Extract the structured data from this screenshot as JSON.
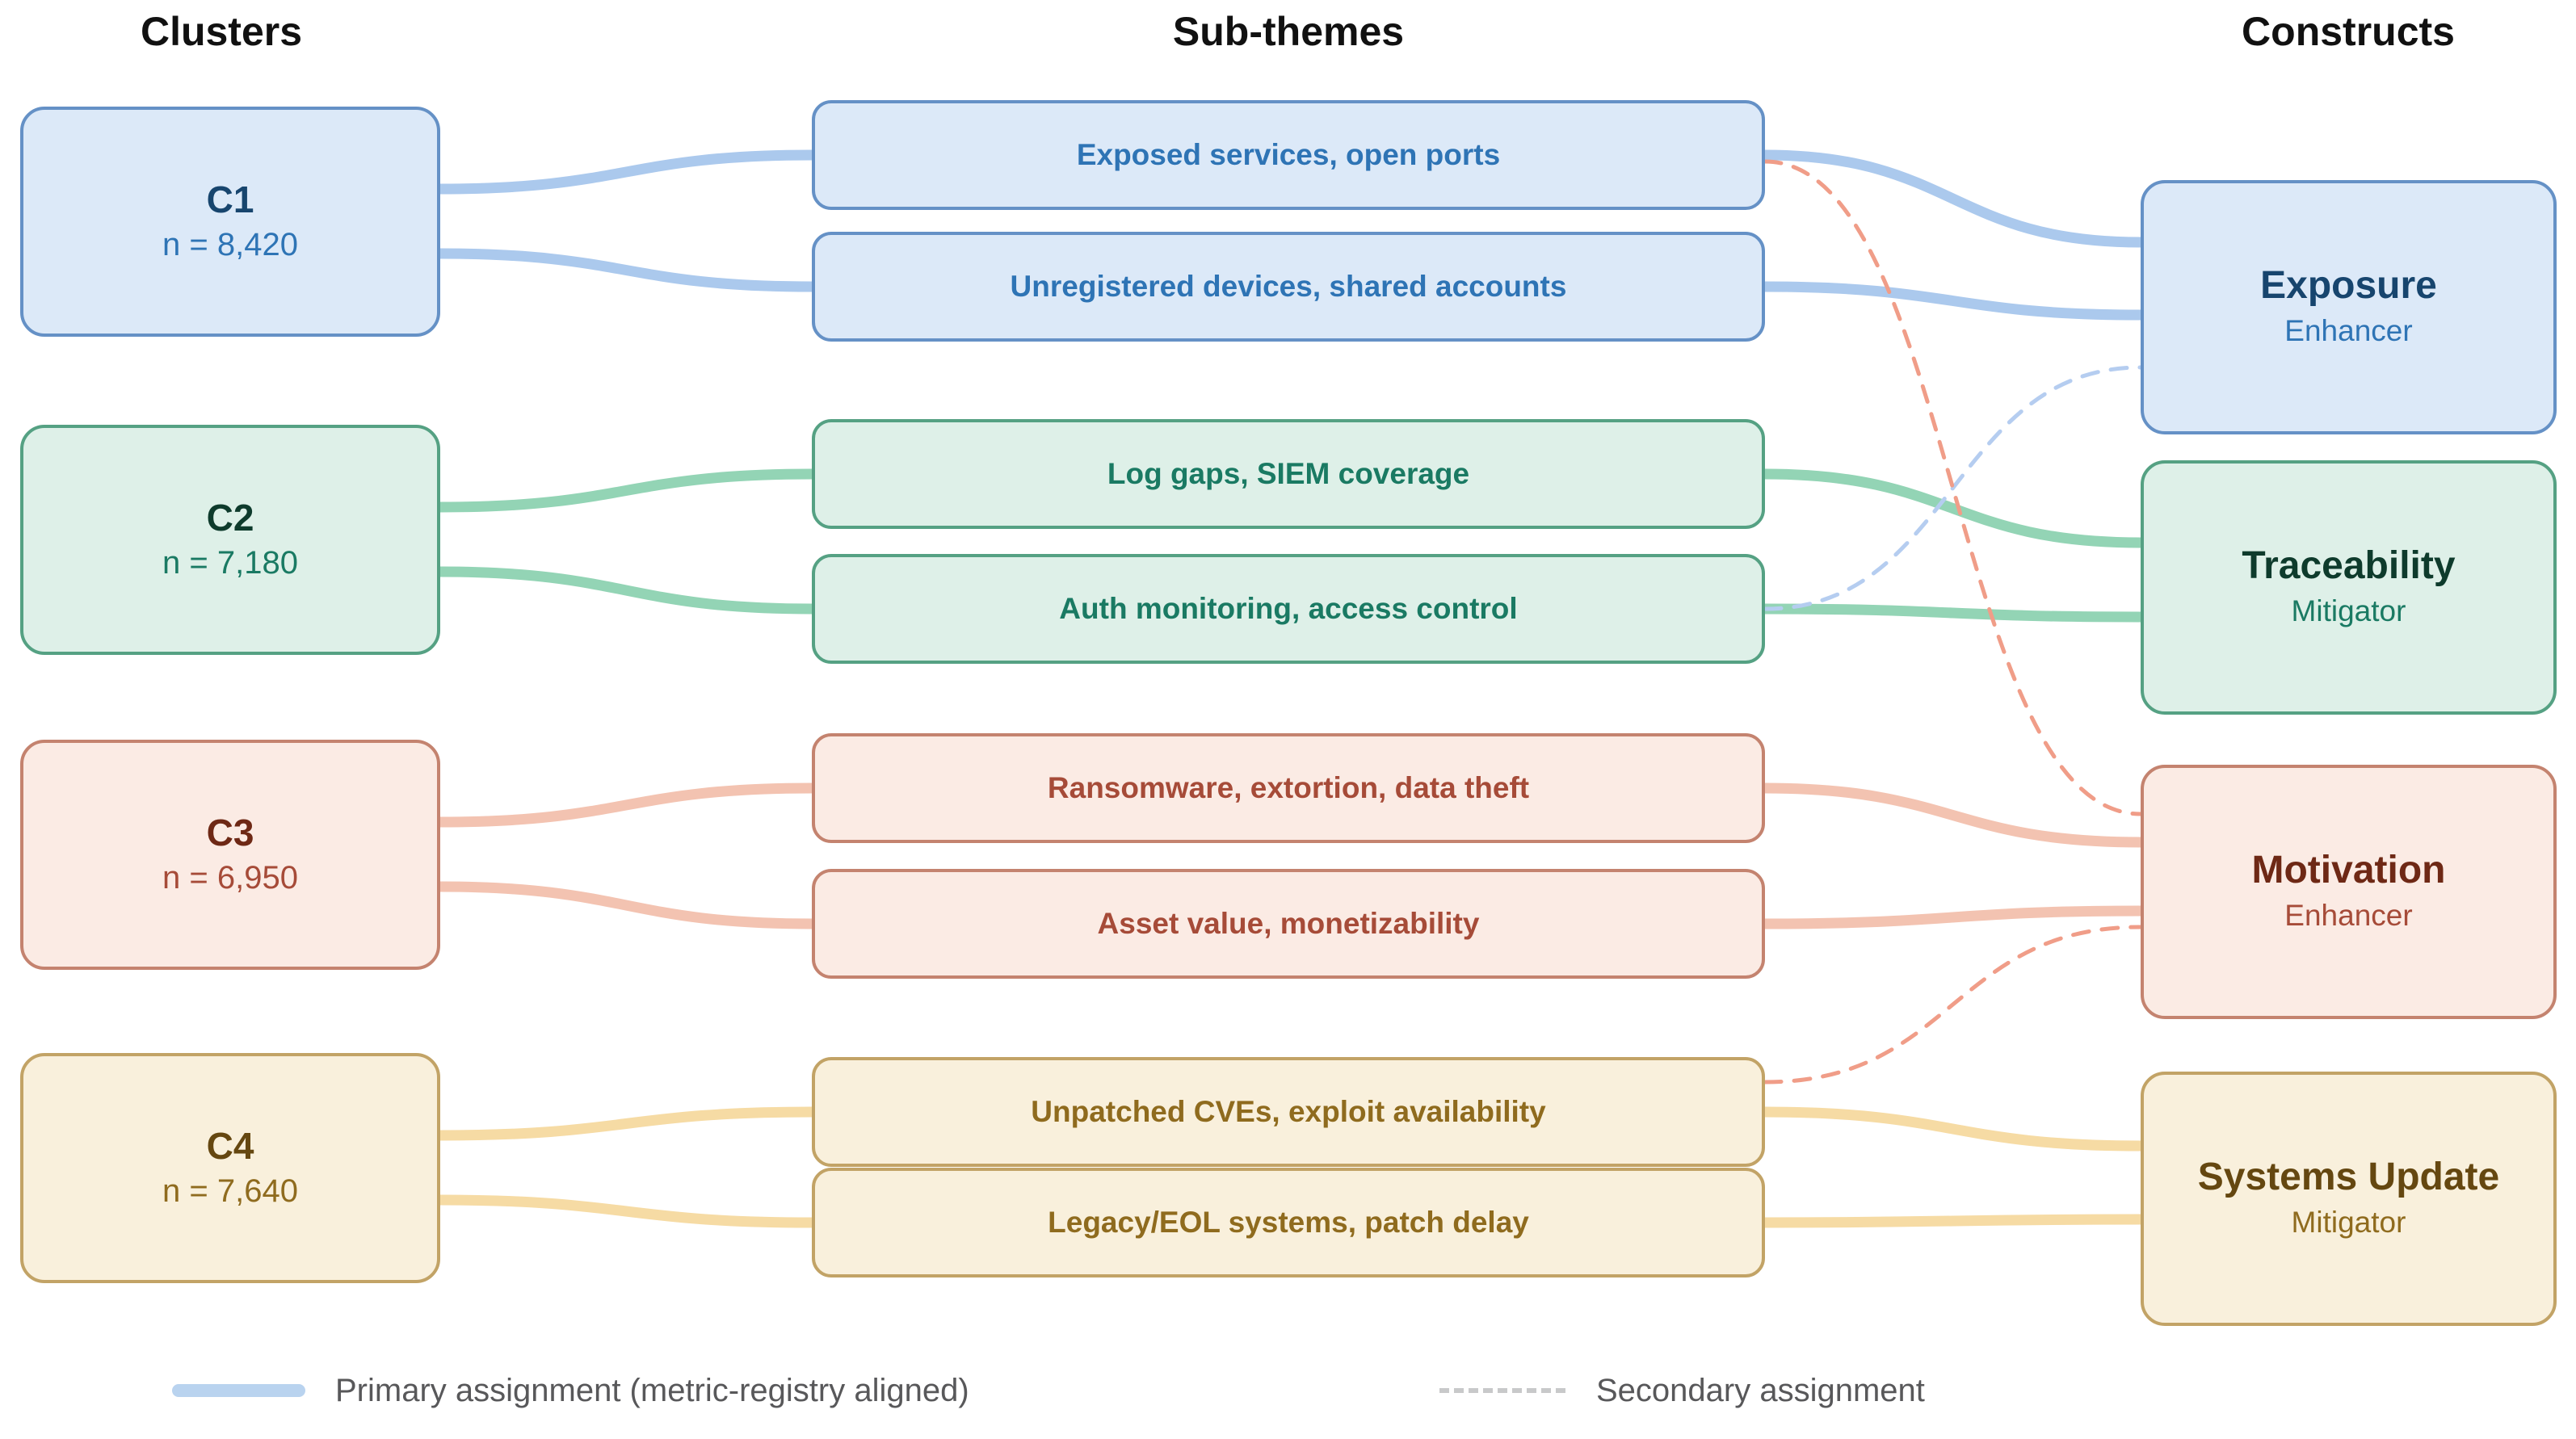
{
  "headers": {
    "clusters": "Clusters",
    "subthemes": "Sub-themes",
    "constructs": "Constructs"
  },
  "clusters": [
    {
      "id": "c1",
      "label": "C1",
      "n": "n = 8,420",
      "theme": "blue"
    },
    {
      "id": "c2",
      "label": "C2",
      "n": "n = 7,180",
      "theme": "green"
    },
    {
      "id": "c3",
      "label": "C3",
      "n": "n = 6,950",
      "theme": "salmon"
    },
    {
      "id": "c4",
      "label": "C4",
      "n": "n = 7,640",
      "theme": "tan"
    }
  ],
  "subthemes": [
    {
      "id": "st1",
      "label": "Exposed services, open ports",
      "theme": "blue"
    },
    {
      "id": "st2",
      "label": "Unregistered devices, shared accounts",
      "theme": "blue"
    },
    {
      "id": "st3",
      "label": "Log gaps, SIEM coverage",
      "theme": "green"
    },
    {
      "id": "st4",
      "label": "Auth monitoring, access control",
      "theme": "green"
    },
    {
      "id": "st5",
      "label": "Ransomware, extortion, data theft",
      "theme": "salmon"
    },
    {
      "id": "st6",
      "label": "Asset value, monetizability",
      "theme": "salmon"
    },
    {
      "id": "st7",
      "label": "Unpatched CVEs, exploit availability",
      "theme": "tan"
    },
    {
      "id": "st8",
      "label": "Legacy/EOL systems, patch delay",
      "theme": "tan"
    }
  ],
  "constructs": [
    {
      "id": "k1",
      "title": "Exposure",
      "subtitle": "Enhancer",
      "theme": "blue"
    },
    {
      "id": "k2",
      "title": "Traceability",
      "subtitle": "Mitigator",
      "theme": "green"
    },
    {
      "id": "k3",
      "title": "Motivation",
      "subtitle": "Enhancer",
      "theme": "salmon"
    },
    {
      "id": "k4",
      "title": "Systems Update",
      "subtitle": "Mitigator",
      "theme": "tan"
    }
  ],
  "links": {
    "primary": [
      {
        "from": "c1",
        "to": "st1"
      },
      {
        "from": "c1",
        "to": "st2"
      },
      {
        "from": "c2",
        "to": "st3"
      },
      {
        "from": "c2",
        "to": "st4"
      },
      {
        "from": "c3",
        "to": "st5"
      },
      {
        "from": "c3",
        "to": "st6"
      },
      {
        "from": "c4",
        "to": "st7"
      },
      {
        "from": "c4",
        "to": "st8"
      },
      {
        "from": "st1",
        "to": "k1"
      },
      {
        "from": "st2",
        "to": "k1"
      },
      {
        "from": "st3",
        "to": "k2"
      },
      {
        "from": "st4",
        "to": "k2"
      },
      {
        "from": "st5",
        "to": "k3"
      },
      {
        "from": "st6",
        "to": "k3"
      },
      {
        "from": "st7",
        "to": "k4"
      },
      {
        "from": "st8",
        "to": "k4"
      }
    ],
    "secondary": [
      {
        "from": "st4",
        "to": "k1",
        "color_theme": "blue"
      },
      {
        "from": "st1",
        "to": "k3",
        "color_theme": "salmon"
      },
      {
        "from": "st7",
        "to": "k3",
        "color_theme": "salmon"
      }
    ]
  },
  "legend": {
    "primary_label": "Primary assignment (metric-registry aligned)",
    "secondary_label": "Secondary assignment"
  },
  "colors": {
    "header_text": "#111111",
    "legend_text": "#58585a",
    "legend_primary_swatch": "#b9d3ef",
    "legend_secondary_swatch": "#c8c9ca",
    "themes": {
      "blue": {
        "fill": "#dce9f8",
        "border": "#6591c6",
        "title": "#17456e",
        "text": "#2e74b5",
        "link": "#abc9ed",
        "dash": "#b5cdf0"
      },
      "green": {
        "fill": "#def0e8",
        "border": "#55a183",
        "title": "#0e3b2c",
        "text": "#1a7a63",
        "link": "#93d4b5",
        "dash": "#93d4b5"
      },
      "salmon": {
        "fill": "#fbebe4",
        "border": "#c4836f",
        "title": "#6e2815",
        "text": "#a64b38",
        "link": "#f3c3b1",
        "dash": "#f09d88"
      },
      "tan": {
        "fill": "#f9f0dc",
        "border": "#c2a366",
        "title": "#654710",
        "text": "#8f6b1e",
        "link": "#f6dba4",
        "dash": "#f6dba4"
      }
    }
  }
}
